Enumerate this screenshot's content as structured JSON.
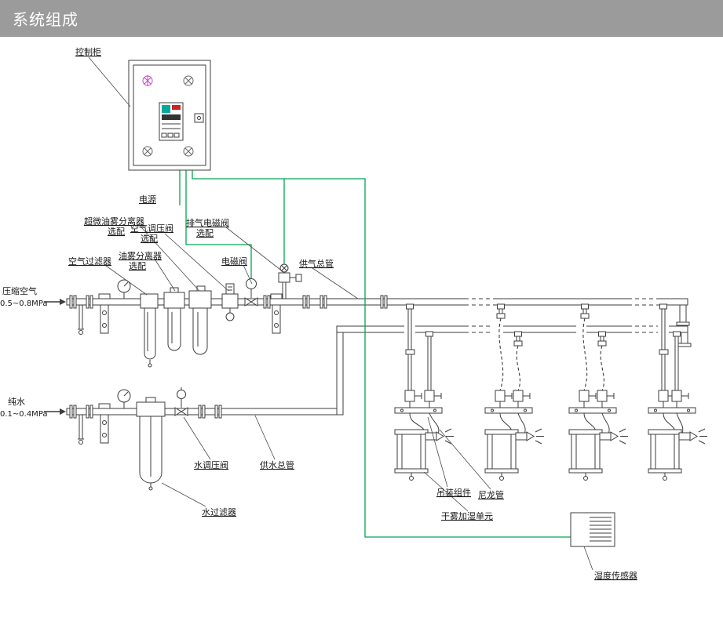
{
  "header": {
    "title": "系统组成"
  },
  "colors": {
    "title_bar_bg": "#9b9b9b",
    "title_fg": "#ffffff",
    "wire_green": "#00a651",
    "indicator_magenta": "#cc44cc",
    "controller_teal": "#00a99d",
    "controller_red": "#cc2222",
    "diagram_line": "#3c3c3c"
  },
  "labels": {
    "control_cabinet": "控制柜",
    "power_supply": "电源",
    "optional": "选配",
    "ultra_fine_oil_mist_separator": "超微油雾分离器",
    "air_pressure_regulator": "空气调压阀",
    "exhaust_solenoid_valve": "排气电磁阀",
    "air_filter": "空气过滤器",
    "oil_mist_separator": "油雾分离器",
    "solenoid_valve": "电磁阀",
    "air_supply_main": "供气总管",
    "compressed_air": "压缩空气",
    "compressed_air_pressure": "0.5~0.8MPa",
    "pure_water": "纯水",
    "pure_water_pressure": "0.1~0.4MPa",
    "water_pressure_regulator": "水调压阀",
    "water_supply_main": "供水总管",
    "water_filter": "水过滤器",
    "hanging_assembly": "吊装组件",
    "nylon_tube": "尼龙管",
    "dry_fog_humidifier_unit": "干雾加湿单元",
    "humidity_sensor": "湿度传感器"
  }
}
